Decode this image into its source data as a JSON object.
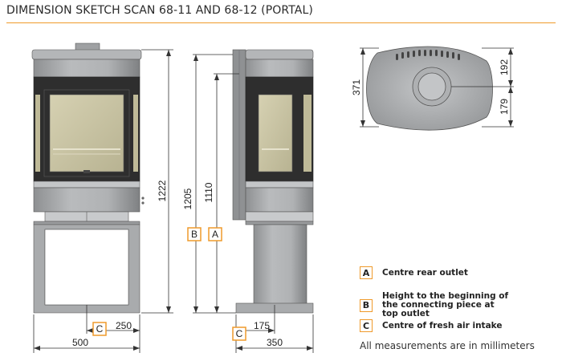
{
  "title": "DIMENSION SKETCH SCAN 68-11 AND 68-12 (PORTAL)",
  "dimensions": {
    "front_height": "1222",
    "front_width": "500",
    "front_intake_offset": "250",
    "side_height_b": "1205",
    "side_height_a": "1110",
    "side_intake_offset": "175",
    "side_width": "350",
    "top_depth": "371",
    "top_rear": "192",
    "top_front": "179"
  },
  "markers": {
    "a": "A",
    "b": "B",
    "c": "C"
  },
  "legend": [
    {
      "letter": "A",
      "text": "Centre rear outlet"
    },
    {
      "letter": "B",
      "text": "Height to the beginning of the connecting piece at top outlet"
    },
    {
      "letter": "C",
      "text": "Centre of fresh air intake"
    }
  ],
  "note": "All measurements are in millimeters",
  "colors": {
    "accent": "#ef9a2b",
    "stove_grey": "#a9abad",
    "glass": "#c9c4a4",
    "dark": "#2b2b2b"
  }
}
